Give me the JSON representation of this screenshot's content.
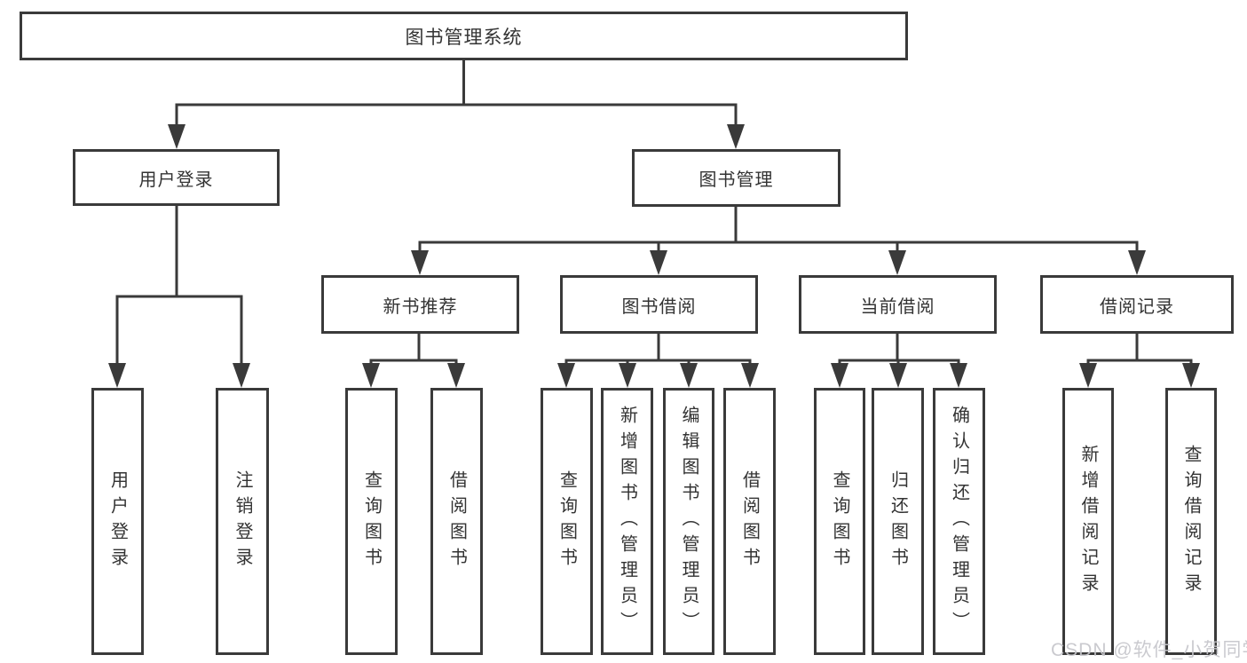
{
  "colors": {
    "line": "#3a3a3a",
    "box_border": "#3a3a3a",
    "text": "#333333",
    "watermark": "#c6c6cb",
    "background": "#ffffff"
  },
  "watermark": "CSDN @软件_小贺同学",
  "tree": {
    "root": {
      "label": "图书管理系统"
    },
    "level2": [
      {
        "id": "user-login",
        "label": "用户登录"
      },
      {
        "id": "book-management",
        "label": "图书管理"
      }
    ],
    "level3": [
      {
        "id": "new-book-recommend",
        "label": "新书推荐",
        "parent": "book-management"
      },
      {
        "id": "book-borrow",
        "label": "图书借阅",
        "parent": "book-management"
      },
      {
        "id": "current-borrow",
        "label": "当前借阅",
        "parent": "book-management"
      },
      {
        "id": "borrow-records",
        "label": "借阅记录",
        "parent": "book-management"
      }
    ],
    "leaves": [
      {
        "label": "用户登录",
        "parent": "user-login"
      },
      {
        "label": "注销登录",
        "parent": "user-login"
      },
      {
        "label": "查询图书",
        "parent": "new-book-recommend"
      },
      {
        "label": "借阅图书",
        "parent": "new-book-recommend"
      },
      {
        "label": "查询图书",
        "parent": "book-borrow"
      },
      {
        "label": "新增图书（管理员）",
        "parent": "book-borrow"
      },
      {
        "label": "编辑图书（管理员）",
        "parent": "book-borrow"
      },
      {
        "label": "借阅图书",
        "parent": "book-borrow"
      },
      {
        "label": "查询图书",
        "parent": "current-borrow"
      },
      {
        "label": "归还图书",
        "parent": "current-borrow"
      },
      {
        "label": "确认归还（管理员）",
        "parent": "current-borrow"
      },
      {
        "label": "新增借阅记录",
        "parent": "borrow-records"
      },
      {
        "label": "查询借阅记录",
        "parent": "borrow-records"
      }
    ]
  }
}
